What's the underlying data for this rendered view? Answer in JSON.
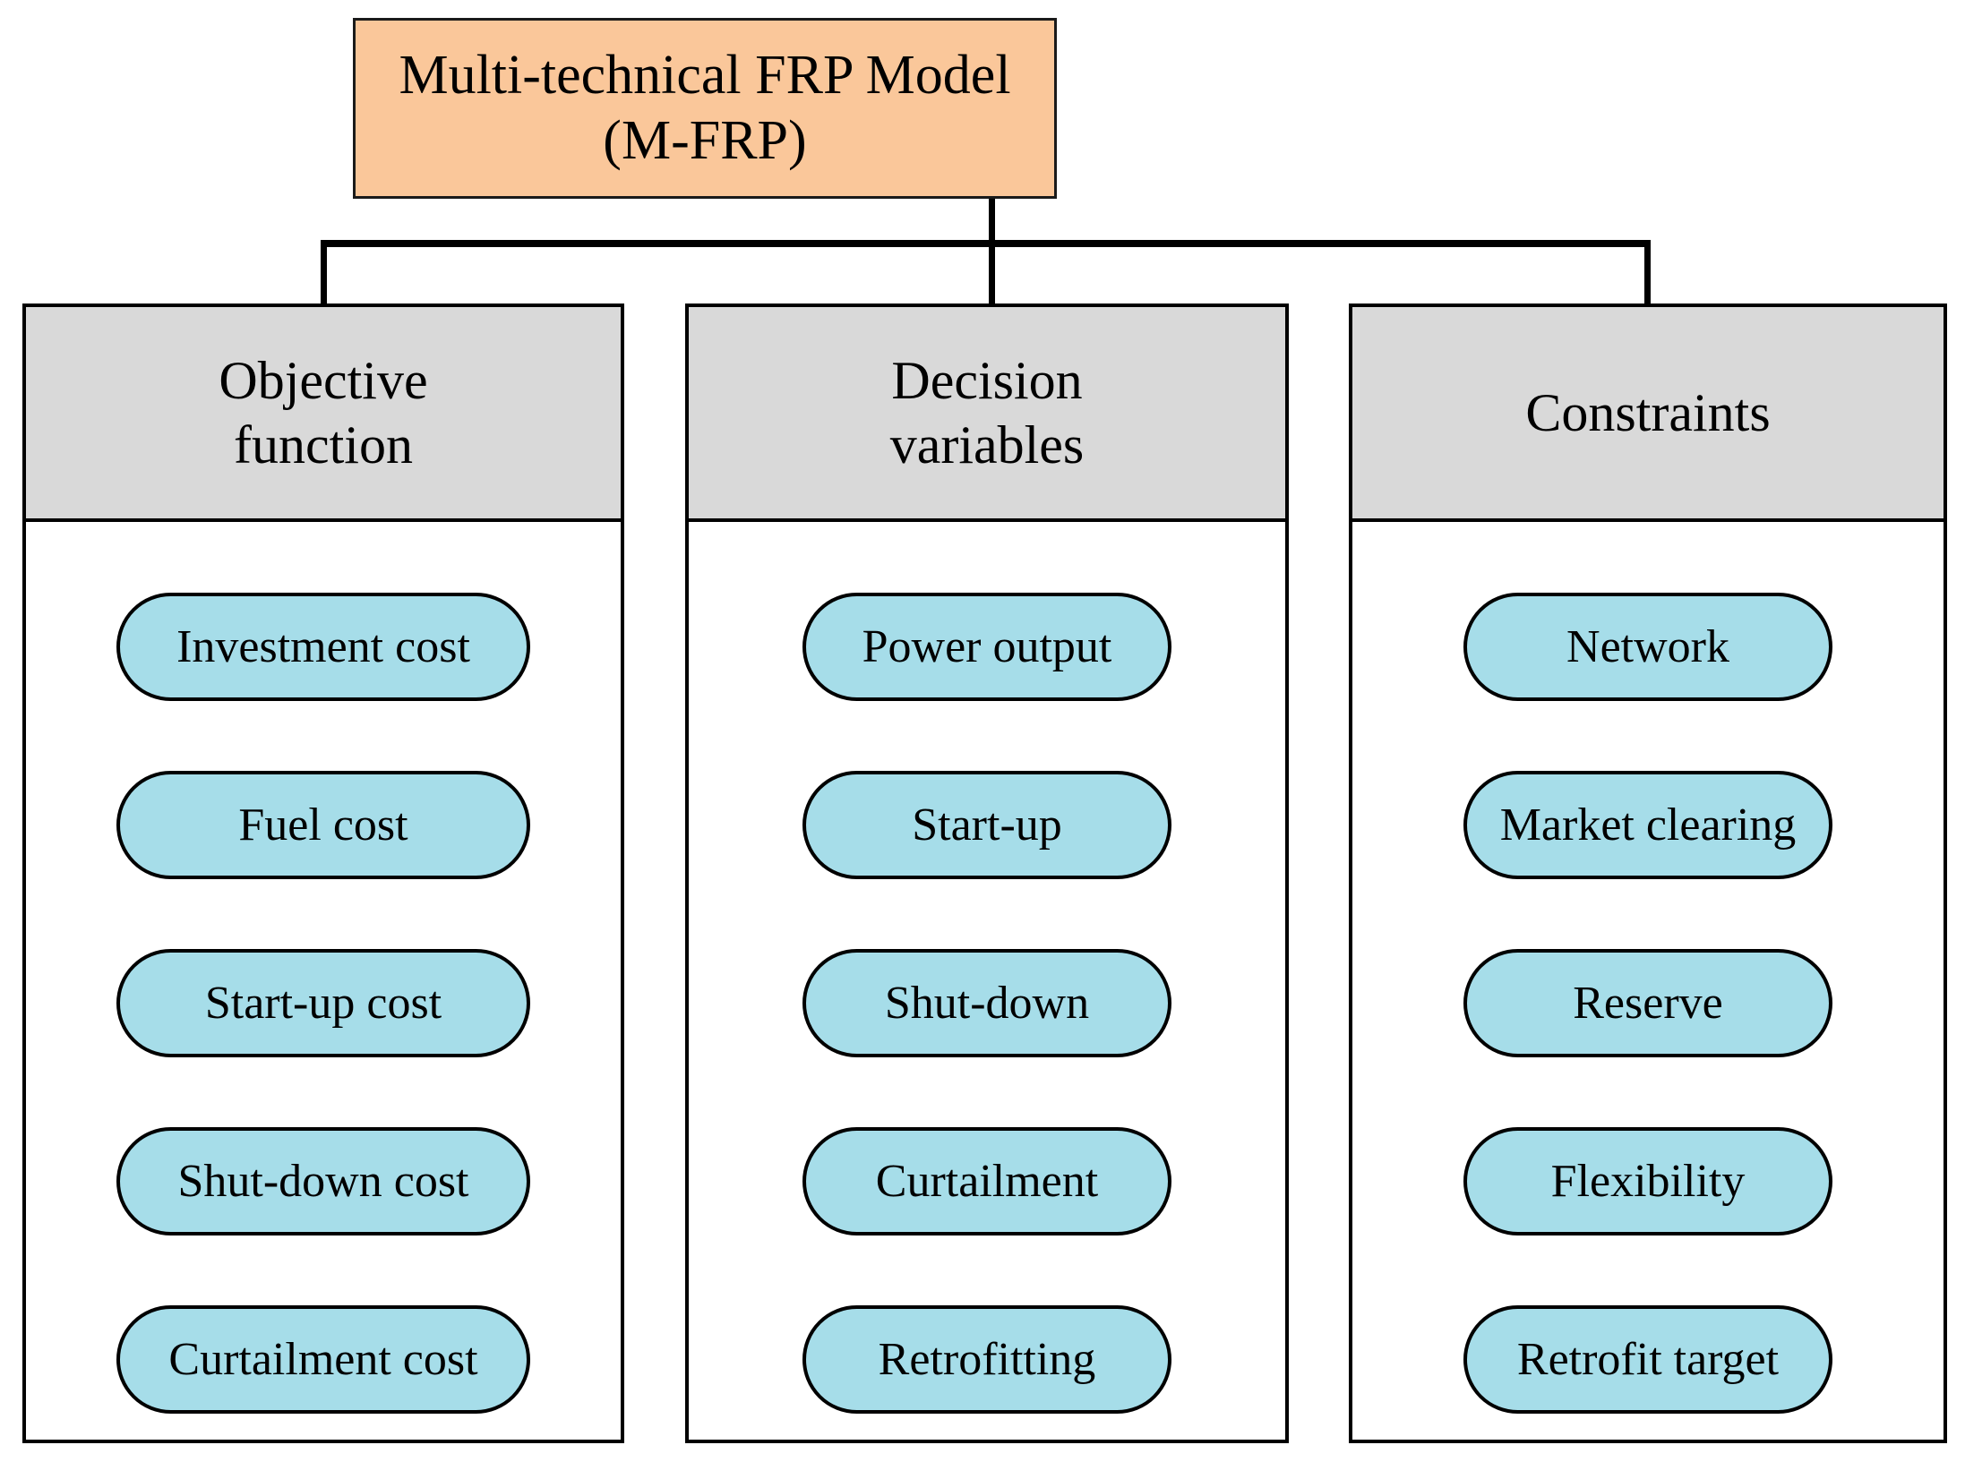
{
  "diagram": {
    "title": "Multi-technical FRP Model (M-FRP) hierarchy",
    "colors": {
      "root_fill": "#fac79a",
      "header_fill": "#d9d9d9",
      "pill_fill": "#a6dde9",
      "stroke": "#000000",
      "background": "#ffffff"
    },
    "root": {
      "line1": "Multi-technical FRP Model",
      "line2": "(M-FRP)"
    },
    "columns": [
      {
        "id": "objective-function",
        "header_line1": "Objective",
        "header_line2": "function",
        "items": [
          "Investment cost",
          "Fuel cost",
          "Start-up cost",
          "Shut-down cost",
          "Curtailment cost"
        ]
      },
      {
        "id": "decision-variables",
        "header_line1": "Decision",
        "header_line2": "variables",
        "items": [
          "Power output",
          "Start-up",
          "Shut-down",
          "Curtailment",
          "Retrofitting"
        ]
      },
      {
        "id": "constraints",
        "header_line1": "Constraints",
        "header_line2": "",
        "items": [
          "Network",
          "Market clearing",
          "Reserve",
          "Flexibility",
          "Retrofit target"
        ]
      }
    ]
  }
}
